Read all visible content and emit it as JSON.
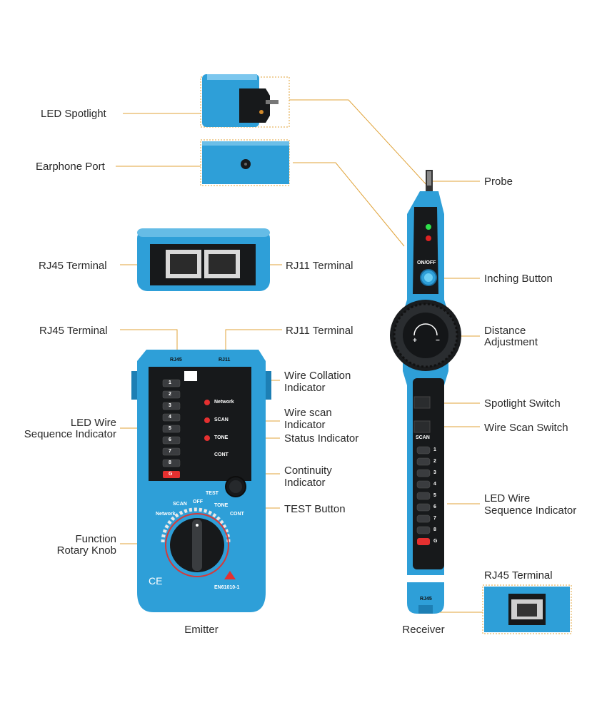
{
  "colors": {
    "device_blue": "#2e9fd8",
    "device_dark": "#17191b",
    "leader": "#e0a33a"
  },
  "labels": {
    "led_spotlight": "LED Spotlight",
    "earphone_port": "Earphone Port",
    "probe": "Probe",
    "rj45_terminal_top": "RJ45 Terminal",
    "rj11_terminal_top": "RJ11 Terminal",
    "inching_button": "Inching Button",
    "distance_adjustment_1": "Distance",
    "distance_adjustment_2": "Adjustment",
    "rj45_terminal_emitter": "RJ45 Terminal",
    "rj11_terminal_emitter": "RJ11 Terminal",
    "wire_collation_1": "Wire Collation",
    "wire_collation_2": "Indicator",
    "wire_scan_1": "Wire scan",
    "wire_scan_2": "Indicator",
    "status_indicator": "Status Indicator",
    "continuity_1": "Continuity",
    "continuity_2": "Indicator",
    "test_button": "TEST Button",
    "led_wire_seq_left_1": "LED Wire",
    "led_wire_seq_left_2": "Sequence Indicator",
    "function_knob_1": "Function",
    "function_knob_2": "Rotary Knob",
    "emitter": "Emitter",
    "spotlight_switch": "Spotlight Switch",
    "wire_scan_switch": "Wire Scan Switch",
    "led_wire_seq_right_1": "LED Wire",
    "led_wire_seq_right_2": "Sequence Indicator",
    "rj45_terminal_receiver": "RJ45 Terminal",
    "receiver": "Receiver"
  },
  "device_text": {
    "emitter_rj45": "RJ45",
    "emitter_rj11": "RJ11",
    "network": "Network",
    "scan": "SCAN",
    "tone": "TONE",
    "cont": "CONT",
    "test": "TEST",
    "off": "OFF",
    "scan_dial": "SCAN",
    "tone_dial": "TONE",
    "network_dial": "Network",
    "cont_dial": "CONT",
    "en_standard": "EN61010-1",
    "ce": "CE",
    "leds": [
      "1",
      "2",
      "3",
      "4",
      "5",
      "6",
      "7",
      "8",
      "G"
    ],
    "receiver_onoff": "ON/OFF",
    "receiver_scan": "SCAN",
    "receiver_rj45": "RJ45",
    "plus": "+",
    "minus": "−"
  }
}
